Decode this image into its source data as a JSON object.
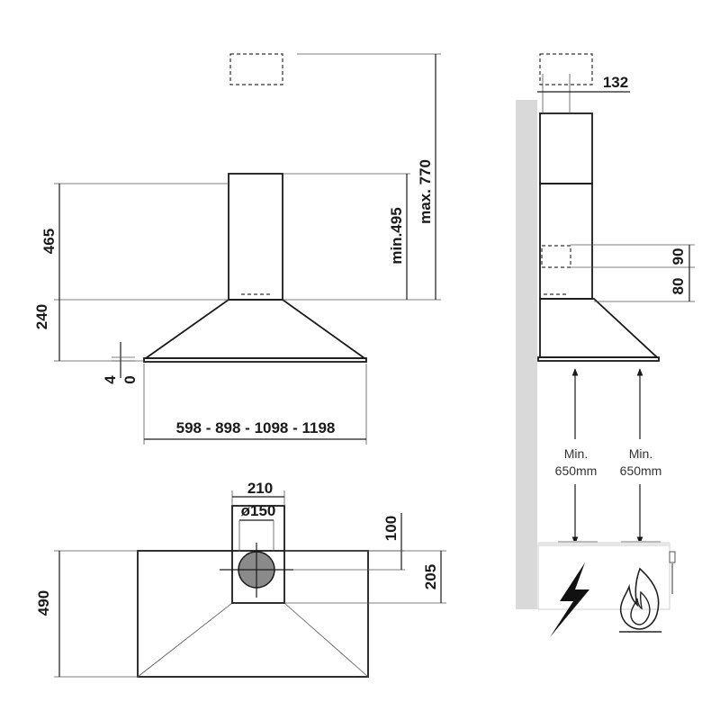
{
  "front_view": {
    "dim_top_height": "465",
    "dim_hood_height": "240",
    "dim_offset_a": "4",
    "dim_offset_b": "0",
    "dim_min": "min.495",
    "dim_max": "max. 770",
    "dim_widths": "598 - 898 - 1098 - 1198"
  },
  "top_view": {
    "dim_chimney_width": "210",
    "dim_duct_diameter": "ø150",
    "dim_duct_offset": "100",
    "dim_chimney_depth": "205",
    "dim_depth": "490"
  },
  "side_view": {
    "dim_chimney_wall": "132",
    "dim_bracket_a": "90",
    "dim_bracket_b": "80",
    "clearance_electric_label": "Min.",
    "clearance_electric_value": "650mm",
    "clearance_gas_label": "Min.",
    "clearance_gas_value": "650mm",
    "icon_electric": "lightning-icon",
    "icon_gas": "flame-icon"
  },
  "colors": {
    "line": "#1a1a1a",
    "wall": "#d9d9d9",
    "duct": "#8a8a8a",
    "cooktop": "#e6e6e6"
  }
}
